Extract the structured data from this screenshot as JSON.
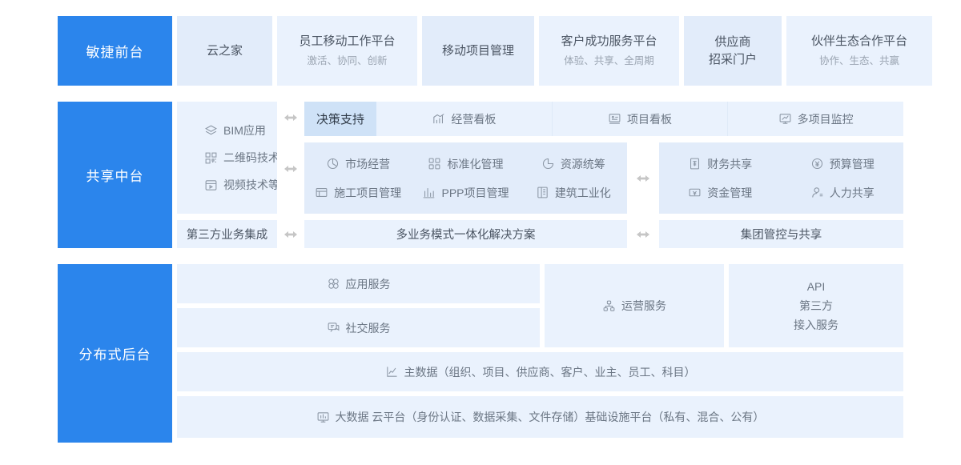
{
  "bands": {
    "front": {
      "label": "敏捷前台",
      "cells": [
        {
          "title": "云之家",
          "sub": "",
          "shade": "alt"
        },
        {
          "title": "员工移动工作平台",
          "sub": "激活、协同、创新",
          "shade": "pale"
        },
        {
          "title": "移动项目管理",
          "sub": "",
          "shade": "alt"
        },
        {
          "title": "客户成功服务平台",
          "sub": "体验、共享、全周期",
          "shade": "pale"
        },
        {
          "title": "供应商\n招采门户",
          "sub": "",
          "shade": "alt"
        },
        {
          "title": "伙伴生态合作平台",
          "sub": "协作、生态、共赢",
          "shade": "pale"
        }
      ],
      "supplier_line1": "供应商",
      "supplier_line2": "招采门户"
    },
    "middle": {
      "label": "共享中台",
      "tech_stack": [
        {
          "label": "BIM应用",
          "icon": "layers-icon"
        },
        {
          "label": "二维码技术",
          "icon": "qrcode-icon"
        },
        {
          "label": "视频技术等",
          "icon": "video-icon"
        }
      ],
      "row1": {
        "decision": "决策支持",
        "items": [
          {
            "label": "经营看板",
            "icon": "chart-growth-icon"
          },
          {
            "label": "项目看板",
            "icon": "board-icon"
          },
          {
            "label": "多项目监控",
            "icon": "monitor-chart-icon"
          }
        ]
      },
      "row2": {
        "grid": [
          {
            "label": "市场经营",
            "icon": "pie-chart-icon"
          },
          {
            "label": "标准化管理",
            "icon": "modules-icon"
          },
          {
            "label": "资源统筹",
            "icon": "clock-pie-icon"
          },
          {
            "label": "施工项目管理",
            "icon": "folder-icon"
          },
          {
            "label": "PPP项目管理",
            "icon": "bar-chart-icon"
          },
          {
            "label": "建筑工业化",
            "icon": "building-icon"
          }
        ],
        "finance": [
          {
            "label": "财务共享",
            "icon": "finance-doc-icon"
          },
          {
            "label": "预算管理",
            "icon": "yuan-circle-icon"
          },
          {
            "label": "资金管理",
            "icon": "fund-icon"
          },
          {
            "label": "人力共享",
            "icon": "person-icon"
          }
        ]
      },
      "row3": {
        "left": "第三方业务集成",
        "center": "多业务模式一体化解决方案",
        "right": "集团管控与共享"
      }
    },
    "back": {
      "label": "分布式后台",
      "services": [
        {
          "label": "应用服务",
          "icon": "apps-icon"
        },
        {
          "label": "社交服务",
          "icon": "chat-icon"
        }
      ],
      "operation": {
        "label": "运营服务",
        "icon": "sitemap-icon"
      },
      "api": {
        "line1": "API",
        "line2": "第三方",
        "line3": "接入服务"
      },
      "master_data": {
        "label": "主数据（组织、项目、供应商、客户、业主、员工、科目）",
        "icon": "line-chart-icon"
      },
      "big_data": {
        "label": "大数据 云平台（身份认证、数据采集、文件存储）基础设施平台（私有、混合、公有）",
        "icon": "dashboard-icon"
      }
    }
  },
  "colors": {
    "brand_blue": "#2b85ec",
    "cell_light": "#eaf2fd",
    "cell_mid": "#e2ecfa",
    "cell_accent": "#cfe2f7",
    "text_primary": "#4b5563",
    "text_secondary": "#9aa4b1",
    "arrow_gray": "#c6c6c6"
  }
}
